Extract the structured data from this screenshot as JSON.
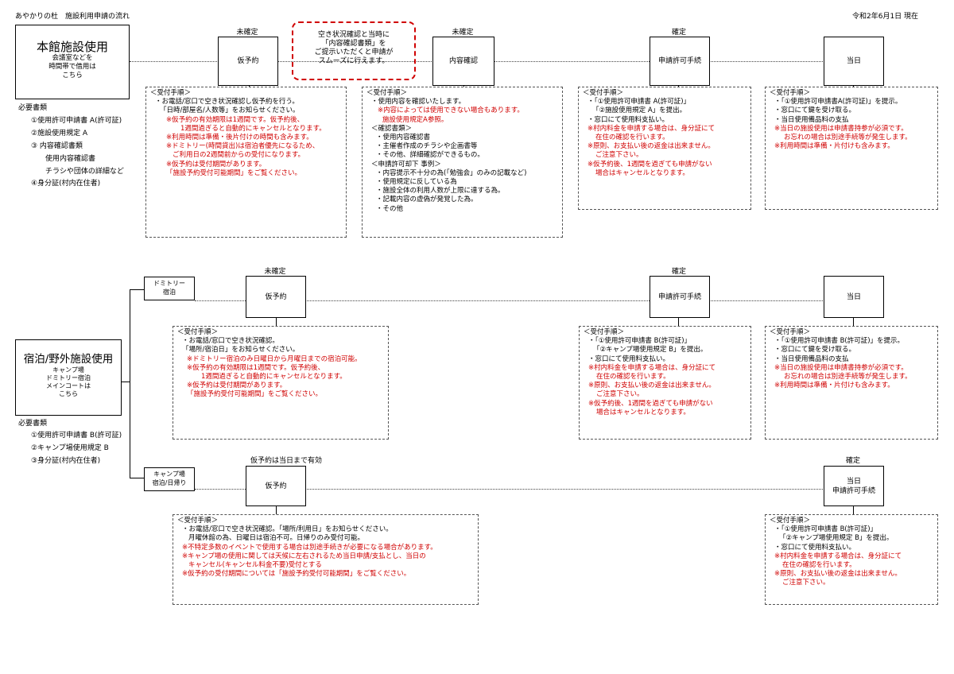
{
  "header": {
    "title": "あやかりの杜　施設利用申請の流れ",
    "date": "令和2年6月1日 現在"
  },
  "honkan": {
    "title": "本館施設使用",
    "sub": [
      "会議室などを",
      "時間帯で借用は",
      "こちら"
    ],
    "docs_title": "必要書類",
    "docs": [
      "①使用許可申請書 A(許可証)",
      "②施設使用規定 A",
      "③ 内容確認書類",
      "使用内容確認書",
      "チラシや団体の詳細など",
      "④身分証(村内在住者)"
    ],
    "note": [
      "空き状況確認と当時に",
      "「内容確認書類」を",
      "ご提示いただくと申請が",
      "スムーズに行えます。"
    ],
    "stages": [
      {
        "status": "未確定",
        "label": "仮予約"
      },
      {
        "status": "未確定",
        "label": "内容確認"
      },
      {
        "status": "確定",
        "label": "申請許可手続"
      },
      {
        "status": "",
        "label": "当日"
      }
    ],
    "box1": [
      {
        "t": "＜受付手順＞",
        "r": false
      },
      {
        "t": "・お電話/窓口で空き状況確認し仮予約を行う。",
        "r": false
      },
      {
        "t": "「日時/部屋名/人数等」をお知らせください。",
        "r": false
      },
      {
        "t": "",
        "r": false
      },
      {
        "t": "",
        "r": false
      },
      {
        "t": "※仮予約の有効期限は1週間です。仮予約後、",
        "r": true
      },
      {
        "t": "1週間過ぎると自動的にキャンセルとなります。",
        "r": true
      },
      {
        "t": "※利用時間は準備・後片付けの時間も含みます。",
        "r": true
      },
      {
        "t": "※ドミトリー(時間貸出)は宿泊者優先になるため、",
        "r": true
      },
      {
        "t": "ご利用日の2週間前からの受付になります。",
        "r": true
      },
      {
        "t": "※仮予約は受付期間があります。",
        "r": true
      },
      {
        "t": "「施設予約受付可能期間」をご覧ください。",
        "r": true
      }
    ],
    "box2": [
      {
        "t": "＜受付手順＞",
        "r": false
      },
      {
        "t": "・使用内容を確認いたします。",
        "r": false
      },
      {
        "t": "※内容によっては使用できない場合もあります。",
        "r": true
      },
      {
        "t": "施設使用規定A参照。",
        "r": true
      },
      {
        "t": "",
        "r": false
      },
      {
        "t": "＜確認書類＞",
        "r": false
      },
      {
        "t": "・使用内容確認書",
        "r": false
      },
      {
        "t": "・主催者作成のチラシや企画書等",
        "r": false
      },
      {
        "t": "・その他、詳細確認ができるもの。",
        "r": false
      },
      {
        "t": "",
        "r": false
      },
      {
        "t": "＜申請許可却下 事例＞",
        "r": false
      },
      {
        "t": "・内容提示不十分の為(「勉強会」のみの記載など)",
        "r": false
      },
      {
        "t": "・使用規定に反している為",
        "r": false
      },
      {
        "t": "・施設全体の利用人数が上限に達する為。",
        "r": false
      },
      {
        "t": "・記載内容の虚偽が発覚した為。",
        "r": false
      },
      {
        "t": "・その他",
        "r": false
      }
    ],
    "box3": [
      {
        "t": "＜受付手順＞",
        "r": false
      },
      {
        "t": "・「①使用許可申請書 A(許可証)」",
        "r": false
      },
      {
        "t": "「②施設使用規定 A」を提出。",
        "r": false
      },
      {
        "t": "・窓口にて使用料支払い。",
        "r": false
      },
      {
        "t": "",
        "r": false
      },
      {
        "t": "",
        "r": false
      },
      {
        "t": "※村内料金を申請する場合は、身分証にて",
        "r": true
      },
      {
        "t": "在住の確認を行います。",
        "r": true
      },
      {
        "t": "※原則、お支払い後の返金は出来ません。",
        "r": true
      },
      {
        "t": "ご注意下さい。",
        "r": true
      },
      {
        "t": "※仮予約後、1週間を過ぎても申請がない",
        "r": true
      },
      {
        "t": "場合はキャンセルとなります。",
        "r": true
      }
    ],
    "box4": [
      {
        "t": "＜受付手順＞",
        "r": false
      },
      {
        "t": "・「①使用許可申請書A(許可証)」を提示。",
        "r": false
      },
      {
        "t": "・窓口にて鍵を受け取る。",
        "r": false
      },
      {
        "t": "・当日使用備品料の支払",
        "r": false
      },
      {
        "t": "",
        "r": false
      },
      {
        "t": "",
        "r": false
      },
      {
        "t": "※当日の施設使用は申請書持参が必須です。",
        "r": true
      },
      {
        "t": "お忘れの場合は別途手続等が発生します。",
        "r": true
      },
      {
        "t": "※利用時間は準備・片付けも含みます。",
        "r": true
      }
    ]
  },
  "shukuhaku": {
    "title": "宿泊/野外施設使用",
    "sub": [
      "キャンプ場",
      "ドミトリー宿泊",
      "メインコートは",
      "こちら"
    ],
    "docs_title": "必要書類",
    "docs": [
      "①使用許可申請書 B(許可証)",
      "②キャンプ場使用規定 B",
      "③身分証(村内在住者)"
    ],
    "dorm": {
      "branch": [
        "ドミトリー",
        "宿泊"
      ],
      "stages": [
        {
          "status": "未確定",
          "label": "仮予約"
        },
        {
          "status": "確定",
          "label": "申請許可手続"
        },
        {
          "status": "",
          "label": "当日"
        }
      ],
      "box1": [
        {
          "t": "＜受付手順＞",
          "r": false
        },
        {
          "t": "・お電話/窓口で空き状況確認。",
          "r": false
        },
        {
          "t": "「場所/宿泊日」をお知らせください。",
          "r": false
        },
        {
          "t": "",
          "r": false
        },
        {
          "t": "※ドミトリー宿泊のみ日曜日から月曜日までの宿泊可能。",
          "r": true
        },
        {
          "t": "※仮予約の有効期限は1週間です。仮予約後、",
          "r": true
        },
        {
          "t": "1週間過ぎると自動的にキャンセルとなります。",
          "r": true
        },
        {
          "t": "※仮予約は受付期間があります。",
          "r": true
        },
        {
          "t": "「施設予約受付可能期間」をご覧ください。",
          "r": true
        }
      ],
      "box2": [
        {
          "t": "＜受付手順＞",
          "r": false
        },
        {
          "t": "・「①使用許可申請書 B(許可証)」",
          "r": false
        },
        {
          "t": "「②キャンプ場使用規定 B」を提出。",
          "r": false
        },
        {
          "t": "・窓口にて使用料支払い。",
          "r": false
        },
        {
          "t": "",
          "r": false
        },
        {
          "t": "※村内料金を申請する場合は、身分証にて",
          "r": true
        },
        {
          "t": "在住の確認を行います。",
          "r": true
        },
        {
          "t": "※原則、お支払い後の返金は出来ません。",
          "r": true
        },
        {
          "t": "ご注意下さい。",
          "r": true
        },
        {
          "t": "※仮予約後、1週間を過ぎても申請がない",
          "r": true
        },
        {
          "t": "場合はキャンセルとなります。",
          "r": true
        }
      ],
      "box3": [
        {
          "t": "＜受付手順＞",
          "r": false
        },
        {
          "t": "・「①使用許可申請書 B(許可証)」を提示。",
          "r": false
        },
        {
          "t": "・窓口にて鍵を受け取る。",
          "r": false
        },
        {
          "t": "・当日使用備品料の支払",
          "r": false
        },
        {
          "t": "",
          "r": false
        },
        {
          "t": "※当日の施設使用は申請書持参が必須です。",
          "r": true
        },
        {
          "t": "お忘れの場合は別途手続等が発生します。",
          "r": true
        },
        {
          "t": "※利用時間は準備・片付けも含みます。",
          "r": true
        }
      ]
    },
    "camp": {
      "branch": [
        "キャンプ場",
        "宿泊/日帰り"
      ],
      "stages": [
        {
          "status": "仮予約は当日まで有効",
          "label": "仮予約"
        },
        {
          "status": "確定",
          "label": "当日\n申請許可手続"
        }
      ],
      "box1": [
        {
          "t": "＜受付手順＞",
          "r": false
        },
        {
          "t": "・お電話/窓口で空き状況確認。「場所/利用日」をお知らせください。",
          "r": false
        },
        {
          "t": "月曜休館の為、日曜日は宿泊不可。日帰りのみ受付可能。",
          "r": false
        },
        {
          "t": "",
          "r": false
        },
        {
          "t": "※不特定多数のイベントで使用する場合は別途手続きが必要になる場合があります。",
          "r": true
        },
        {
          "t": "※キャンプ場の使用に関しては天候に左右されるため当日申請/支払とし、当日の",
          "r": true
        },
        {
          "t": "キャンセル(キャンセル料金不要)受付とする",
          "r": true
        },
        {
          "t": "※仮予約の受付期間については「施設予約受付可能期間」をご覧ください。",
          "r": true
        }
      ],
      "box2": [
        {
          "t": "＜受付手順＞",
          "r": false
        },
        {
          "t": "・「①使用許可申請書 B(許可証)」",
          "r": false
        },
        {
          "t": "「②キャンプ場使用規定 B」を提出。",
          "r": false
        },
        {
          "t": "・窓口にて使用料支払い。",
          "r": false
        },
        {
          "t": "",
          "r": false
        },
        {
          "t": "※村内料金を申請する場合は、身分証にて",
          "r": true
        },
        {
          "t": "在住の確認を行います。",
          "r": true
        },
        {
          "t": "※原則、お支払い後の返金は出来ません。",
          "r": true
        },
        {
          "t": "ご注意下さい。",
          "r": true
        }
      ]
    }
  }
}
